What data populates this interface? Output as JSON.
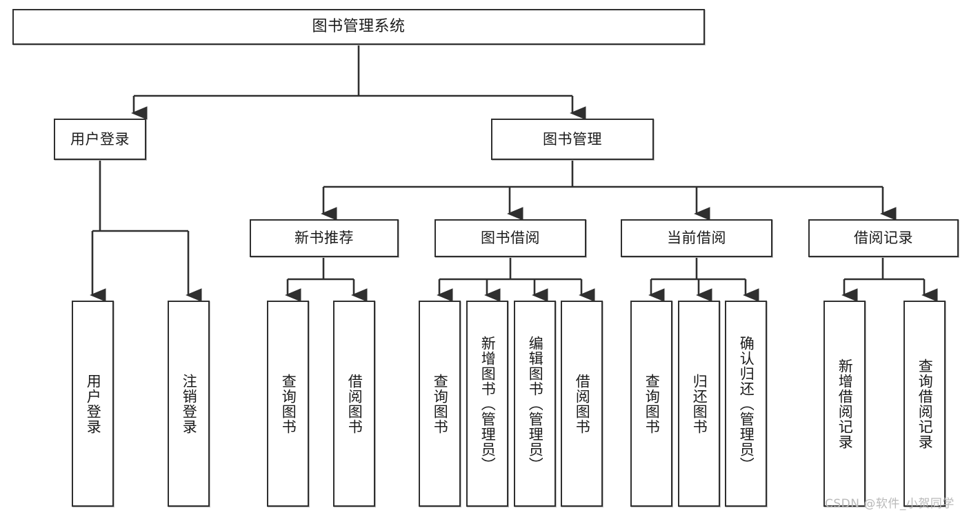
{
  "diagram": {
    "title": "图书管理系统",
    "type": "tree",
    "watermark": "CSDN @软件_小贺同学",
    "colors": {
      "stroke": "#2f2f2f",
      "fill": "#ffffff",
      "text": "#1a1a1a",
      "watermark": "#b9b9b9"
    },
    "nodes": {
      "root": {
        "label": "图书管理系统"
      },
      "level2": [
        {
          "label": "用户登录"
        },
        {
          "label": "图书管理"
        }
      ],
      "level3": [
        {
          "label": "新书推荐"
        },
        {
          "label": "图书借阅"
        },
        {
          "label": "当前借阅"
        },
        {
          "label": "借阅记录"
        }
      ],
      "leaves_user_login": [
        {
          "label": "用户登录"
        },
        {
          "label": "注销登录"
        }
      ],
      "leaves_new_books": [
        {
          "label": "查询图书"
        },
        {
          "label": "借阅图书"
        }
      ],
      "leaves_borrow": [
        {
          "label": "查询图书"
        },
        {
          "label": "新增图书（管理员）"
        },
        {
          "label": "编辑图书（管理员）"
        },
        {
          "label": "借阅图书"
        }
      ],
      "leaves_current": [
        {
          "label": "查询图书"
        },
        {
          "label": "归还图书"
        },
        {
          "label": "确认归还（管理员）"
        }
      ],
      "leaves_records": [
        {
          "label": "新增借阅记录"
        },
        {
          "label": "查询借阅记录"
        }
      ]
    }
  }
}
